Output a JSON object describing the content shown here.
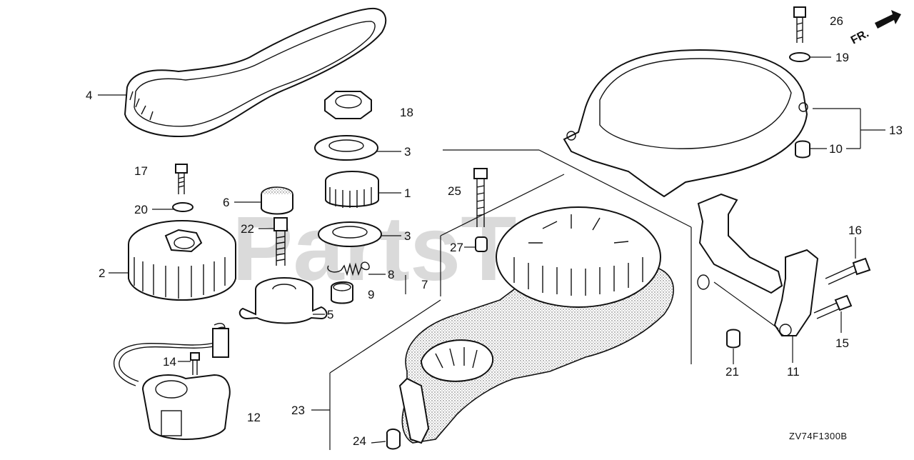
{
  "watermark": "PartsTree",
  "diagram_code": "ZV74F1300B",
  "direction_label": "FR.",
  "colors": {
    "ink": "#111111",
    "watermark": "#bdbdbd",
    "background": "#ffffff"
  },
  "callouts": {
    "c1": "1",
    "c2": "2",
    "c3a": "3",
    "c3b": "3",
    "c4": "4",
    "c5": "5",
    "c6": "6",
    "c7": "7",
    "c8": "8",
    "c9": "9",
    "c10": "10",
    "c11": "11",
    "c12": "12",
    "c13": "13",
    "c14": "14",
    "c15": "15",
    "c16": "16",
    "c17": "17",
    "c18": "18",
    "c19": "19",
    "c20": "20",
    "c21": "21",
    "c22": "22",
    "c23": "23",
    "c24": "24",
    "c25": "25",
    "c26": "26",
    "c27": "27"
  }
}
